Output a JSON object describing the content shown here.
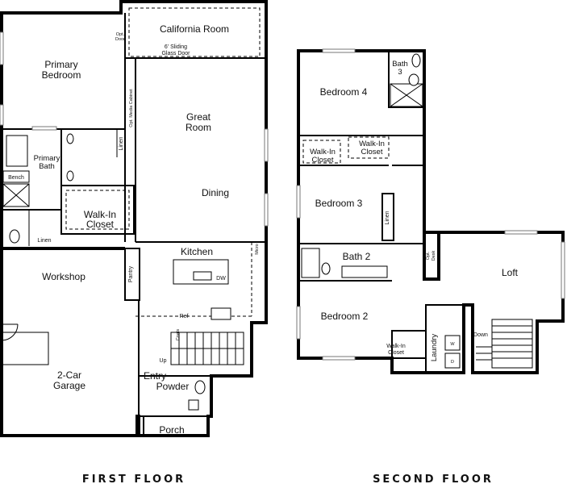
{
  "first_floor": {
    "title": "FIRST FLOOR",
    "rooms": {
      "california_room": "California Room",
      "opt_door": [
        "Opt.",
        "Door"
      ],
      "sliding_door": [
        "6' Sliding",
        "Glass Door"
      ],
      "primary_bedroom": [
        "Primary",
        "Bedroom"
      ],
      "opt_media_cabinet": "Opt. Media Cabinet",
      "great_room": [
        "Great",
        "Room"
      ],
      "linen_upper": "Linen",
      "primary_bath": [
        "Primary",
        "Bath"
      ],
      "bench": "Bench",
      "dining": "Dining",
      "walk_in_closet": [
        "Walk-In",
        "Closet"
      ],
      "linen_lower": "Linen",
      "kitchen": "Kitchen",
      "micro": "Micro",
      "workshop": "Workshop",
      "pantry": "Pantry",
      "dw": "DW",
      "ref": "Ref",
      "coats": "Coats",
      "up": "Up",
      "garage": [
        "2-Car",
        "Garage"
      ],
      "entry": "Entry",
      "powder": "Powder",
      "porch": "Porch"
    }
  },
  "second_floor": {
    "title": "SECOND FLOOR",
    "rooms": {
      "bath3": [
        "Bath",
        "3"
      ],
      "bedroom4": "Bedroom 4",
      "walk_in_closet_a": [
        "Walk-In",
        "Closet"
      ],
      "walk_in_closet_b": [
        "Walk-In",
        "Closet"
      ],
      "bedroom3": "Bedroom 3",
      "linen": "Linen",
      "bath2": "Bath 2",
      "opt_desk": [
        "Opt.",
        "Desk"
      ],
      "loft": "Loft",
      "bedroom2": "Bedroom 2",
      "walk_in_closet_c": [
        "Walk-In",
        "Closet"
      ],
      "laundry": "Laundry",
      "down": "Down",
      "washer": "W",
      "dryer": "D"
    }
  }
}
